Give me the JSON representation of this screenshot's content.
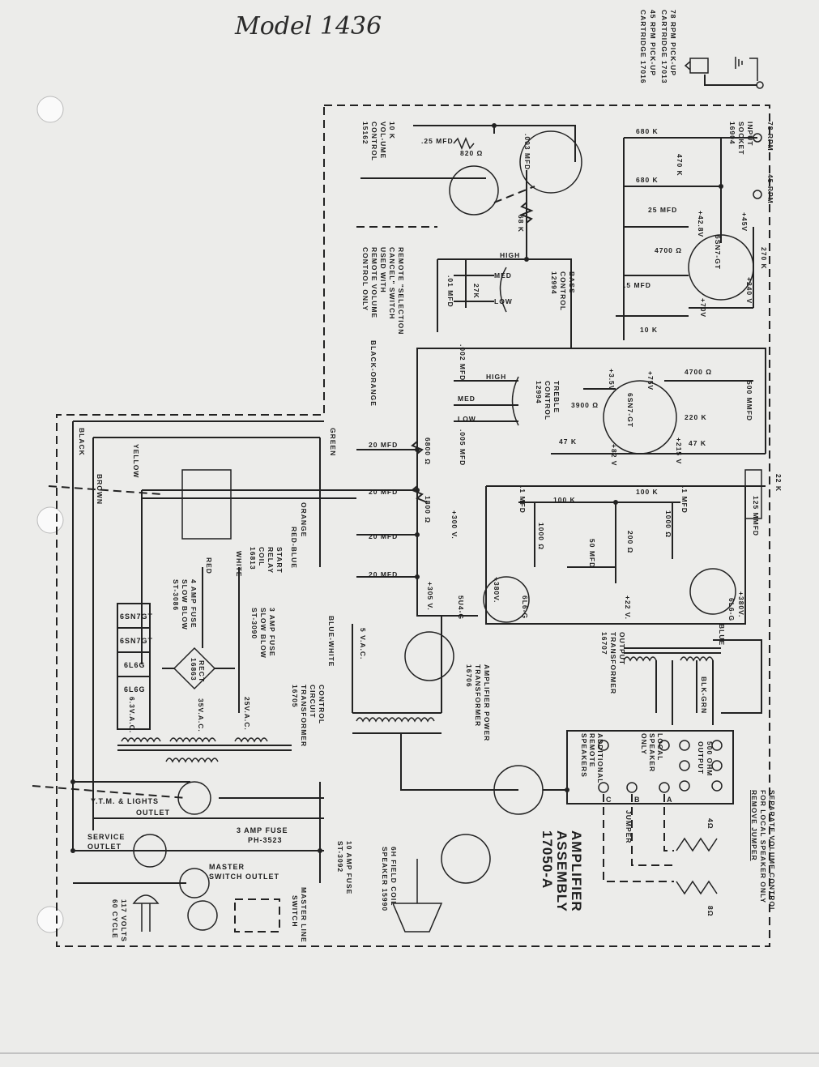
{
  "title": "Model 1436",
  "pickup_note": [
    "78 RPM PICK-UP",
    "CARTRIDGE 17013",
    "45 RPM PICK-UP",
    "CARTRIDGE 17016"
  ],
  "volume_control": [
    "10 K",
    "VOL-UME",
    "CONTROL",
    "15162"
  ],
  "remote_note": [
    "REMOTE \"SELECTION",
    "CANCEL\" SWITCH",
    "USED WITH",
    "REMOTE VOLUME",
    "CONTROL ONLY"
  ],
  "bass_control": [
    "BASS",
    "CONTROL",
    "12994"
  ],
  "treble_control": [
    "TREBLE",
    "CONTROL",
    "12994"
  ],
  "input_socket": [
    "INPUT",
    "SOCKET",
    "16904"
  ],
  "output_transformer": [
    "OUTPUT",
    "TRANSFORMER",
    "16707"
  ],
  "power_transformer": [
    "AMPLIFIER POWER",
    "TRANSFORMER",
    "16706"
  ],
  "control_transformer": [
    "CONTROL",
    "CIRCUIT",
    "TRANSFORMER",
    "16705"
  ],
  "start_relay": [
    "START",
    "RELAY",
    "COIL",
    "16813"
  ],
  "fuse_4a": [
    "4 AMP FUSE",
    "SLOW BLOW",
    "ST-3086"
  ],
  "fuse_3a_slow": [
    "3 AMP FUSE",
    "SLOW BLOW",
    "ST-3090"
  ],
  "fuse_10a": [
    "10 AMP FUSE",
    "ST-3092"
  ],
  "fuse_3a": [
    "3 AMP FUSE",
    "PH-3523"
  ],
  "speaker": [
    "6H FIELD COIL",
    "SPEAKER 15990"
  ],
  "assembly": [
    "AMPLIFIER",
    "ASSEMBLY",
    "17050-A"
  ],
  "separate_note": [
    "SEPARATE VOLUME CONTROL",
    "FOR LOCAL SPEAKER ONLY",
    "REMOVE JUMPER"
  ],
  "outlets": {
    "ytm": [
      "Y.T.M. & LIGHTS",
      "OUTLET"
    ],
    "service": [
      "SERVICE",
      "OUTLET"
    ],
    "master": [
      "MASTER",
      "SWITCH OUTLET"
    ],
    "line_switch": [
      "MASTER LINE",
      "SWITCH"
    ],
    "mains": [
      "117 VOLTS",
      "60 CYCLE"
    ]
  },
  "terminal_panel": {
    "additional": [
      "ADDITIONAL",
      "REMOTE",
      "SPEAKERS"
    ],
    "local": [
      "LOCAL",
      "SPEAKER",
      "ONLY"
    ],
    "output": [
      "500 OHM",
      "OUTPUT"
    ],
    "c": "C",
    "b": "B",
    "a": "A",
    "jumper": "JUMPER",
    "r4": "4Ω",
    "r8": "8Ω"
  },
  "tubes": {
    "preamp": "6SN7-GT",
    "tone": "6SN7-GT",
    "out1": "6L6-G",
    "out2": "6L6-G",
    "rect": "5U4-G",
    "list": [
      "6SN7GT",
      "6SN7GT",
      "6L6G",
      "6L6G"
    ],
    "rect_bridge": [
      "RECT",
      "16863"
    ]
  },
  "components": {
    "c_025": ".25 MFD",
    "r_820": "820 Ω",
    "c_003": ".003 MFD",
    "r_68k": "68 K",
    "high": "HIGH",
    "med": "MED",
    "low": "LOW",
    "c_01": ".01 MFD",
    "r_27k": "27K",
    "r_680k_a": "680 K",
    "r_680k_b": "680 K",
    "r_470k": "470 K",
    "rpm78": "78 RPM",
    "rpm45": "45 RPM",
    "c_25": "25 MFD",
    "r_4700a": "4700 Ω",
    "v_428": "+42.8V",
    "v_45": "+45V",
    "r_270k": "270 K",
    "v_240": "+240 V",
    "v_70": "+70V",
    "r_10k": "10 K",
    "c_05": ".5 MFD",
    "c_002": ".002 MFD",
    "c_005": ".005 MFD",
    "r_3900": "3900 Ω",
    "r_47k_a": "47 K",
    "v_35": "+3.5V",
    "v_82": "+82 V",
    "v_75": "+75V",
    "r_4700b": "4700 Ω",
    "r_220k": "220 K",
    "r_47k_b": "47 K",
    "v_215": "+215 V",
    "c_500": "500 MMFD",
    "c_20a": "20 MFD",
    "c_20b": "20 MFD",
    "c_20c": "20 MFD",
    "c_20d": "20 MFD",
    "r_6800": "6800 Ω",
    "r_1800": "1800 Ω",
    "v_300": "+300 V.",
    "v_305": "+305 V.",
    "c_1a": ".1 MFD",
    "c_1b": ".1 MFD",
    "r_100k_a": "100 K",
    "r_100k_b": "100 K",
    "r_22k": "22 K",
    "c_125": "125 MMFD",
    "r_1000a": "1000 Ω",
    "r_1000b": "1000 Ω",
    "c_50": "50 MFD",
    "r_200": "200 Ω",
    "v_22": "+22 V.",
    "v_380a": "+380V.",
    "v_380b": "+380V.",
    "v_5vac": "5 V.A.C.",
    "v_63": "6.3V.A.C.",
    "v_35vac": "35V.A.C.",
    "v_25vac": "25V.A.C."
  },
  "wires": {
    "black_orange": "BLACK-ORANGE",
    "blue_white": "BLUE-WHITE",
    "black": "BLACK",
    "green": "GREEN",
    "yellow": "YELLOW",
    "brown": "BROWN",
    "orange": "ORANGE",
    "red_blue": "RED-BLUE",
    "white": "WHITE",
    "red": "RED",
    "blue": "BLUE",
    "blk_grn": "BLK-GRN"
  }
}
